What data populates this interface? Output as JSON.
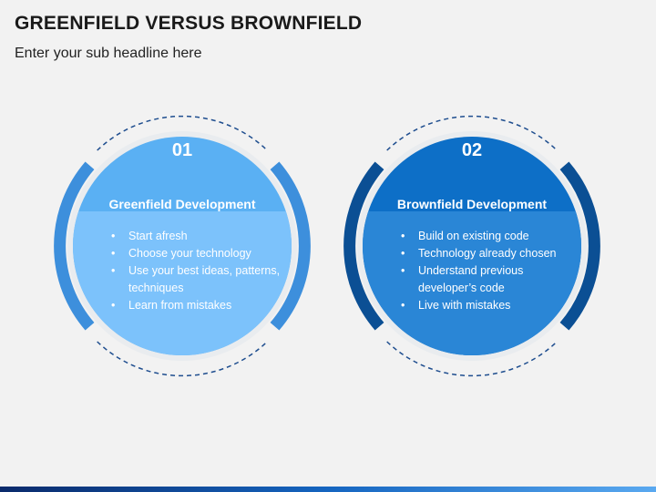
{
  "header": {
    "title": "GREENFIELD VERSUS BROWNFIELD",
    "subtitle": "Enter your sub headline here"
  },
  "cards": [
    {
      "number": "01",
      "heading": "Greenfield Development",
      "points": [
        "Start afresh",
        "Choose your technology",
        "Use your best ideas, patterns, techniques",
        "Learn from mistakes"
      ],
      "colors": {
        "circle": "#5ab0f3",
        "band": "#7cc2fb",
        "ring": "#3d8fdc"
      }
    },
    {
      "number": "02",
      "heading": "Brownfield Development",
      "points": [
        "Build on existing code",
        "Technology already chosen",
        "Understand previous developer’s code",
        "Live with mistakes"
      ],
      "colors": {
        "circle": "#0d6fc7",
        "band": "#2a86d6",
        "ring": "#0b4f94"
      }
    }
  ],
  "colors": {
    "background": "#f2f2f2",
    "dashed_line": "#1f4e8f"
  }
}
